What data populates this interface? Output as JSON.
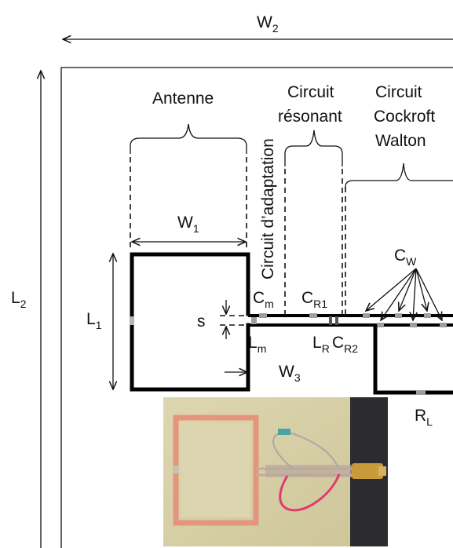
{
  "labels": {
    "w2": "W",
    "w2_sub": "2",
    "l2": "L",
    "l2_sub": "2",
    "antenne": "Antenne",
    "circuit_adaptation": "Circuit d’adaptation",
    "circuit_resonant_1": "Circuit",
    "circuit_resonant_2": "résonant",
    "cw_title_1": "Circuit",
    "cw_title_2": "Cockroft",
    "cw_title_3": "Walton",
    "w1": "W",
    "w1_sub": "1",
    "l1": "L",
    "l1_sub": "1",
    "s": "s",
    "w3": "W",
    "w3_sub": "3",
    "cm": "C",
    "cm_sub": "m",
    "lm": "L",
    "lm_sub": "m",
    "cr1": "C",
    "cr1_sub": "R1",
    "lr": "L",
    "lr_sub": "R",
    "cr2": "C",
    "cr2_sub": "R2",
    "cw": "C",
    "cw_sub": "W",
    "rl": "R",
    "rl_sub": "L"
  },
  "colors": {
    "line": "#000000",
    "background": "#ffffff",
    "trace": "#9e9e9e",
    "photo_board": "#d8d0a6",
    "photo_coil": "#e4967c",
    "photo_dark": "#2c2c2e",
    "photo_wire": "#e03a70"
  }
}
